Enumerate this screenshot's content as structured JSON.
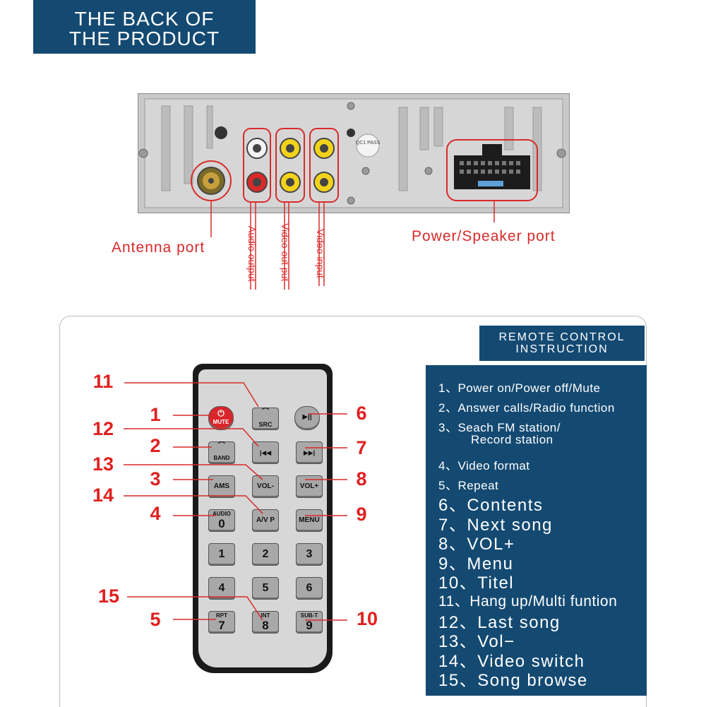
{
  "header": {
    "line1": "THE BACK OF",
    "line2": "THE PRODUCT"
  },
  "back_panel": {
    "antenna_label": "Antenna port",
    "audio_label": "Audio output",
    "video_out_label": "Video out put",
    "video_in_label": "Video input",
    "power_label": "Power/Speaker  port",
    "sticker_text": "QC1 PASS"
  },
  "remote_title": {
    "line1": "REMOTE CONTROL",
    "line2": "INSTRUCTION"
  },
  "instructions": [
    "1、Power on/Power off/Mute",
    "2、Answer calls/Radio function",
    "3、Seach FM station/",
    "Record station",
    "4、Video format",
    "5、Repeat",
    "6、Contents",
    "7、Next song",
    "8、VOL+",
    "9、Menu",
    "10、Titel",
    "11、Hang up/Multi funtion",
    "12、Last song",
    "13、Vol−",
    "14、Video switch",
    "15、Song browse"
  ],
  "remote_buttons": {
    "mute_label": "MUTE",
    "src_label": "SRC",
    "play_label": "▶||",
    "band_label": "BAND",
    "prev_label": "|◀◀",
    "next_label": "▶▶|",
    "ams_label": "AMS",
    "vol_minus_label": "VOL-",
    "vol_plus_label": "VOL+",
    "audio_top": "AUDIO",
    "audio_num": "0",
    "avp_label": "A/V P",
    "menu_label": "MENU",
    "n1": "1",
    "n2": "2",
    "n3": "3",
    "n4": "4",
    "n5": "5",
    "n6": "6",
    "rpt_top": "RPT",
    "n7": "7",
    "int_top": "INT",
    "n8": "8",
    "subt_top": "SUB-T",
    "n9": "9"
  },
  "callout_numbers": {
    "c1": "1",
    "c2": "2",
    "c3": "3",
    "c4": "4",
    "c5": "5",
    "c6": "6",
    "c7": "7",
    "c8": "8",
    "c9": "9",
    "c10": "10",
    "c11": "11",
    "c12": "12",
    "c13": "13",
    "c14": "14",
    "c15": "15"
  },
  "colors": {
    "navy": "#144a72",
    "red": "#d92a2a",
    "panel_gray": "#c9c9c9",
    "rca_yellow": "#f2d21b"
  }
}
